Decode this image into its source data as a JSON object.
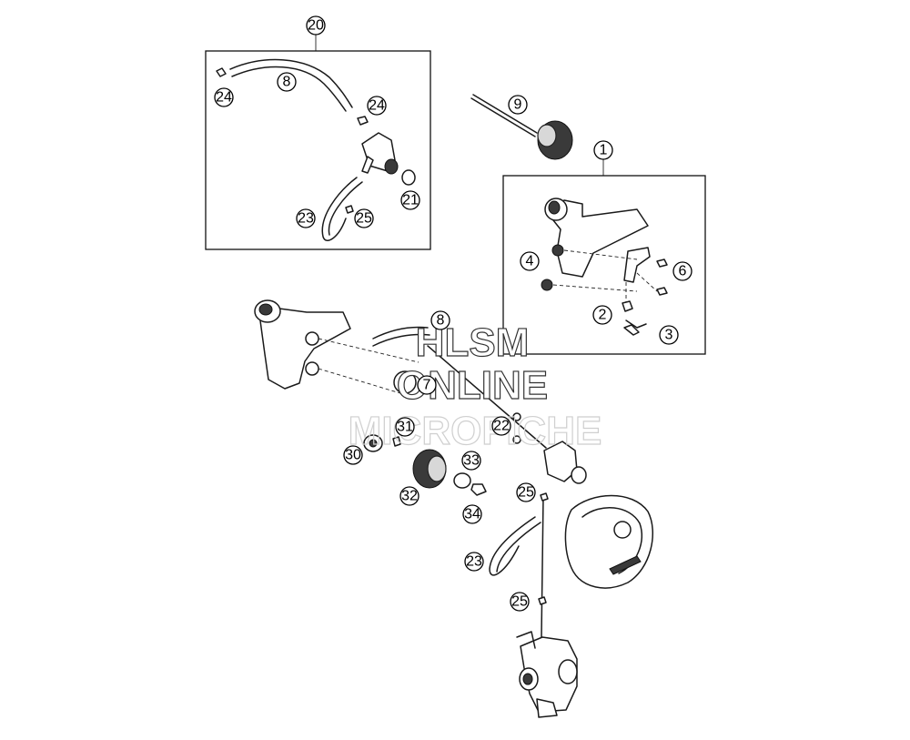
{
  "diagram": {
    "callouts": {
      "c20": "20",
      "c8a": "8",
      "c24a": "24",
      "c24b": "24",
      "c21": "21",
      "c23a": "23",
      "c25a": "25",
      "c9": "9",
      "c1": "1",
      "c4": "4",
      "c6": "6",
      "c2": "2",
      "c3": "3",
      "c8b": "8",
      "c7": "7",
      "c31": "31",
      "c22": "22",
      "c30": "30",
      "c33": "33",
      "c32": "32",
      "c34": "34",
      "c25b": "25",
      "c23b": "23",
      "c25c": "25"
    },
    "colors": {
      "line": "#1a1a1a",
      "fill": "#ffffff",
      "accent": "#3a3a3a"
    }
  },
  "watermark": {
    "line1": "HLSM",
    "line2": "ONLINE",
    "line3": "MICROFICHE"
  }
}
